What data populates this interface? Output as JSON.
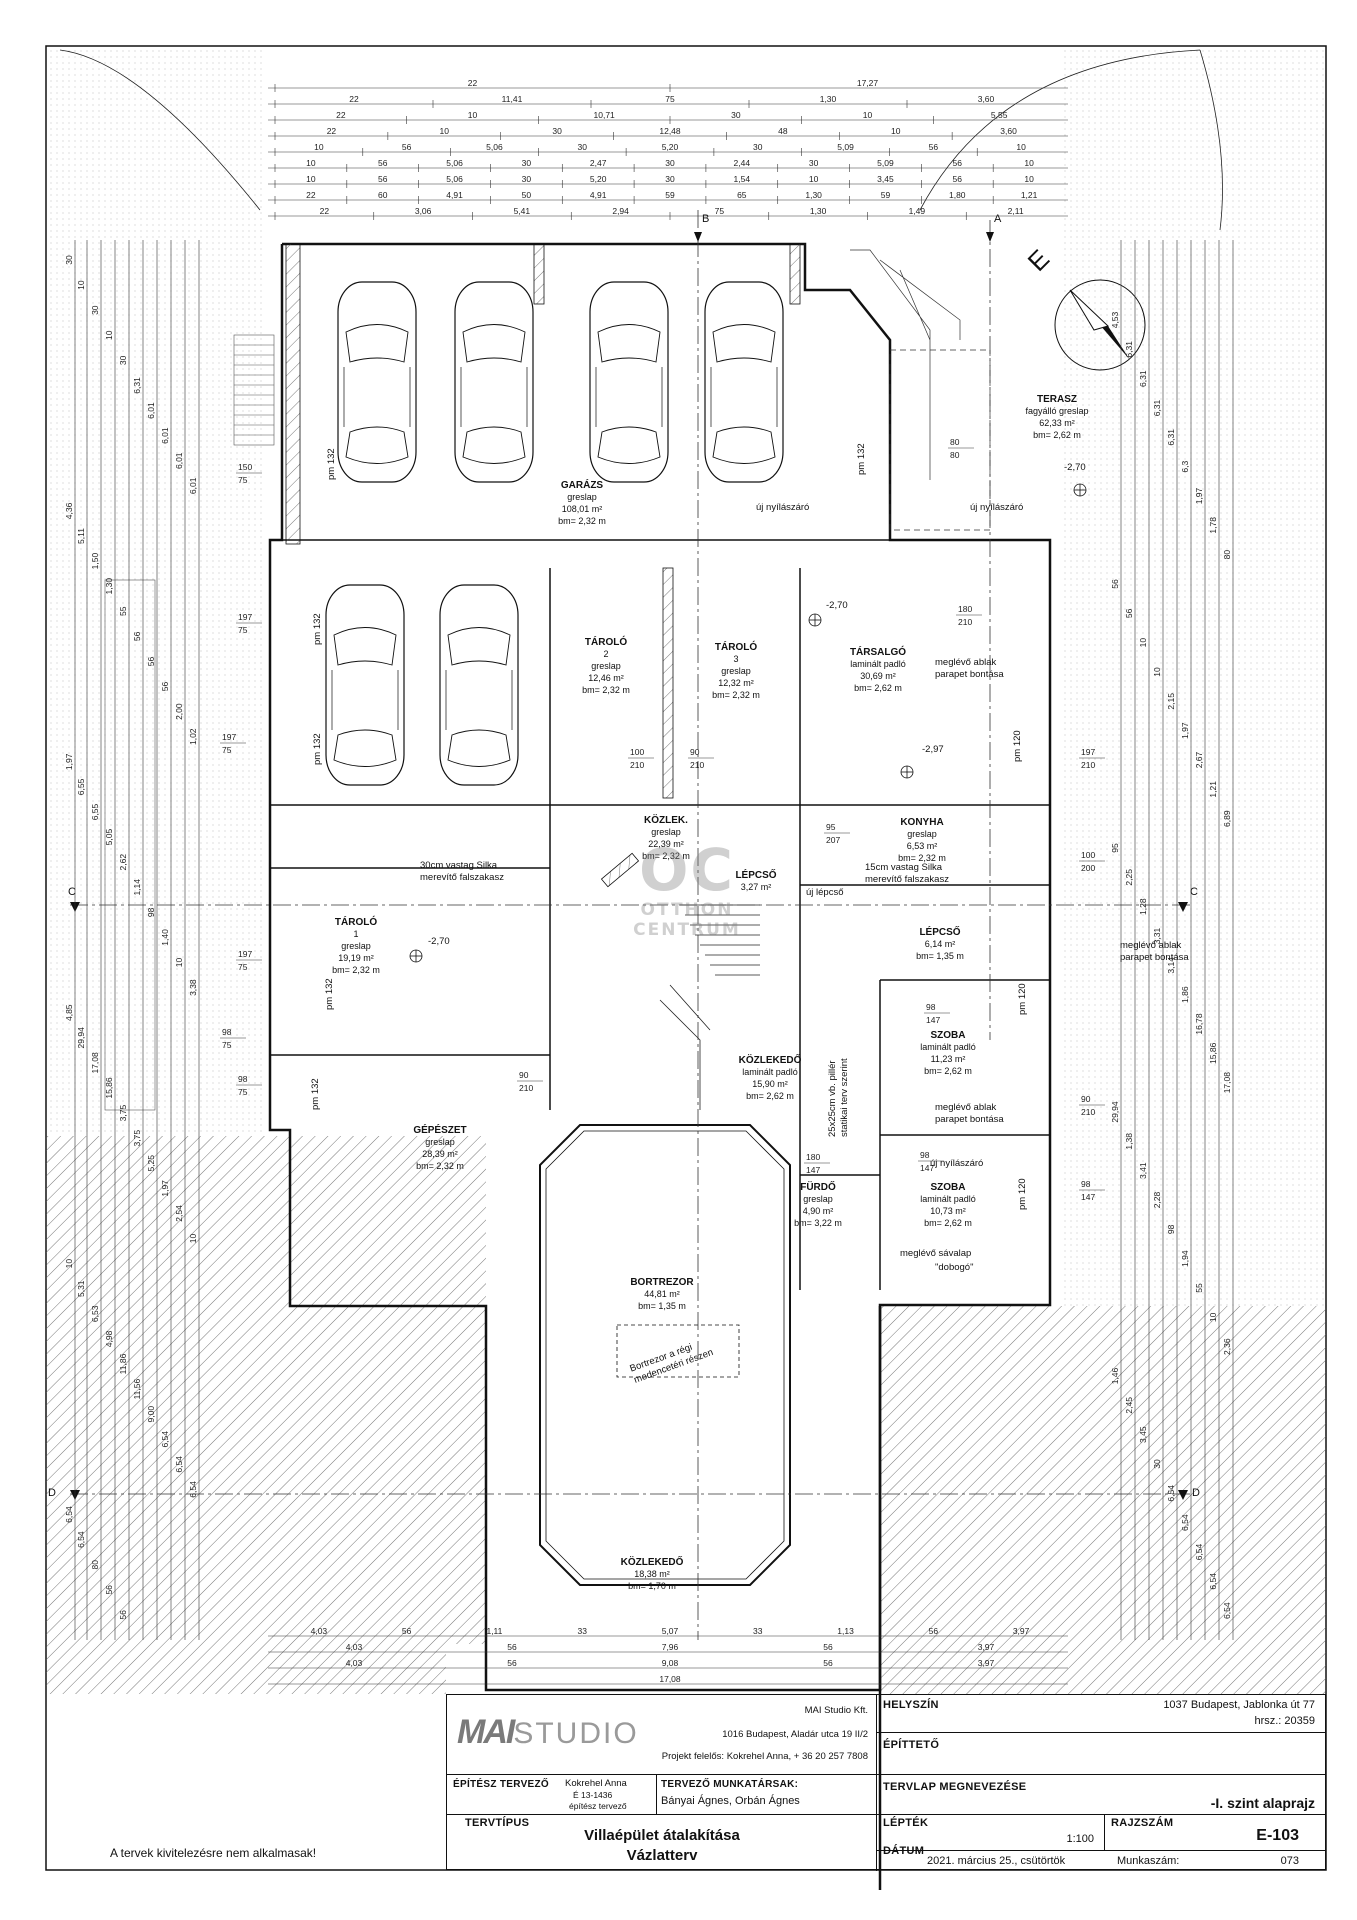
{
  "dimensions_top": [
    "17,27",
    "11,41",
    "10,71",
    "12,48",
    "5,06",
    "5,20",
    "5,09",
    "2,47",
    "2,44",
    "3,45",
    "1,54",
    "4,91",
    "1,80",
    "1,21",
    "3,06",
    "5,41",
    "2,94",
    "1,30",
    "1,49",
    "2,11",
    "3,60",
    "5,55",
    "0,75",
    "0,30",
    "0,22",
    "0,10",
    "0,56",
    "0,60",
    "0,50",
    "0,59",
    "0,65",
    "0,48"
  ],
  "dim_top_labels": {
    "r1": [
      "22",
      "17,27"
    ],
    "r2": [
      "22",
      "11,41",
      "75",
      "1,30",
      "3,60"
    ],
    "r3": [
      "22",
      "10",
      "10,71",
      "30",
      "10",
      "5,55"
    ],
    "r4": [
      "22",
      "10",
      "30",
      "12,48",
      "48",
      "10",
      "3,60"
    ],
    "r5": [
      "10",
      "56",
      "5,06",
      "30",
      "5,20",
      "30",
      "5,09",
      "56",
      "10"
    ],
    "r6": [
      "10",
      "56",
      "5,06",
      "30",
      "2,47",
      "30",
      "2,44",
      "30",
      "5,09",
      "56",
      "10"
    ],
    "r7": [
      "10",
      "56",
      "5,06",
      "30",
      "5,20",
      "30",
      "1,54",
      "10",
      "3,45",
      "56",
      "10"
    ],
    "r8": [
      "22",
      "60",
      "4,91",
      "50",
      "4,91",
      "59",
      "65",
      "1,30",
      "59",
      "1,80",
      "1,21"
    ],
    "r9": [
      "22",
      "3,06",
      "5,41",
      "2,94",
      "75",
      "1,30",
      "1,49",
      "2,11"
    ]
  },
  "dim_bottom_labels": {
    "r1": [
      "4,03",
      "56",
      "1,11",
      "33",
      "5,07",
      "33",
      "1,13",
      "56",
      "3,97"
    ],
    "r2": [
      "4,03",
      "56",
      "7,96",
      "56",
      "3,97"
    ],
    "r3": [
      "4,03",
      "56",
      "9,08",
      "56",
      "3,97"
    ],
    "r4": [
      "17,08"
    ]
  },
  "dim_left_labels": [
    "30",
    "10",
    "30",
    "10",
    "30",
    "6,31",
    "6,01",
    "6,01",
    "6,01",
    "6,01",
    "4,36",
    "5,11",
    "1,50",
    "1,30",
    "55",
    "56",
    "56",
    "56",
    "2,00",
    "1,02",
    "1,97",
    "6,55",
    "6,55",
    "5,05",
    "2,62",
    "1,14",
    "98",
    "1,40",
    "10",
    "3,38",
    "4,85",
    "29,94",
    "17,08",
    "15,86",
    "3,75",
    "3,75",
    "5,25",
    "1,97",
    "2,54",
    "10",
    "10",
    "5,31",
    "6,53",
    "4,98",
    "11,86",
    "11,56",
    "9,00",
    "6,54",
    "6,54",
    "6,54",
    "6,54",
    "6,54",
    "80",
    "56",
    "56"
  ],
  "dim_right_labels": [
    "4,53",
    "6,31",
    "6,31",
    "6,31",
    "6,31",
    "6,3",
    "1,97",
    "1,78",
    "80",
    "56",
    "56",
    "10",
    "10",
    "2,15",
    "1,97",
    "2,67",
    "1,21",
    "6,89",
    "95",
    "2,25",
    "1,28",
    "3,31",
    "3,14",
    "1,86",
    "16,78",
    "15,86",
    "17,08",
    "29,94",
    "1,38",
    "3,41",
    "2,28",
    "98",
    "1,94",
    "55",
    "10",
    "2,36",
    "1,46",
    "2,45",
    "3,45",
    "30",
    "6,54",
    "6,54",
    "6,54",
    "6,54",
    "6,54"
  ],
  "rooms": [
    {
      "name": "GARÁZS",
      "floor": "greslap",
      "area": "108,01 m²",
      "height": "bm= 2,32 m"
    },
    {
      "name": "TERASZ",
      "floor": "fagyálló greslap",
      "area": "62,33 m²",
      "height": "bm= 2,62 m"
    },
    {
      "name": "TÁROLÓ",
      "num": "2",
      "floor": "greslap",
      "area": "12,46 m²",
      "height": "bm= 2,32 m"
    },
    {
      "name": "TÁROLÓ",
      "num": "3",
      "floor": "greslap",
      "area": "12,32 m²",
      "height": "bm= 2,32 m"
    },
    {
      "name": "TÁRSALGÓ",
      "floor": "laminált padló",
      "area": "30,69 m²",
      "height": "bm= 2,62 m"
    },
    {
      "name": "KÖZLEK.",
      "floor": "greslap",
      "area": "22,39 m²",
      "height": "bm= 2,32 m"
    },
    {
      "name": "KONYHA",
      "floor": "greslap",
      "area": "6,53 m²",
      "height": "bm= 2,32 m"
    },
    {
      "name": "LÉPCSŐ",
      "floor": "",
      "area": "3,27 m²",
      "height": ""
    },
    {
      "name": "LÉPCSŐ",
      "floor": "",
      "area": "6,14 m²",
      "height": "bm= 1,35 m"
    },
    {
      "name": "TÁROLÓ",
      "num": "1",
      "floor": "greslap",
      "area": "19,19 m²",
      "height": "bm= 2,32 m"
    },
    {
      "name": "SZOBA",
      "floor": "laminált padló",
      "area": "11,23 m²",
      "height": "bm= 2,62 m"
    },
    {
      "name": "KÖZLEKEDŐ",
      "floor": "laminált padló",
      "area": "15,90 m²",
      "height": "bm= 2,62 m"
    },
    {
      "name": "GÉPÉSZET",
      "floor": "greslap",
      "area": "28,39 m²",
      "height": "bm= 2,32 m"
    },
    {
      "name": "SZOBA",
      "floor": "laminált padló",
      "area": "10,73 m²",
      "height": "bm= 2,62 m"
    },
    {
      "name": "FÜRDŐ",
      "floor": "greslap",
      "area": "4,90 m²",
      "height": "bm= 3,22 m"
    },
    {
      "name": "BORTREZOR",
      "floor": "",
      "area": "44,81 m²",
      "height": "bm= 1,35 m"
    },
    {
      "name": "KÖZLEKEDŐ",
      "floor": "",
      "area": "18,38 m²",
      "height": "bm= 1,70 m"
    }
  ],
  "notes": {
    "uj_nyilaszaro": "új nyílászáró",
    "meglevo_ablak_1": "meglévő ablak",
    "parapet_bontasa": "parapet bontása",
    "silka30_1": "30cm vastag Silka",
    "silka30_2": "merevítő falszakasz",
    "silka15_1": "15cm vastag Silka",
    "silka15_2": "merevítő falszakasz",
    "uj_lepcso": "új lépcső",
    "pillar_1": "25x25cm vb. pillér",
    "pillar_2": "statikai terv szerint",
    "savalap_1": "meglévő sávalap",
    "savalap_2": "\"dobogó\"",
    "bortrezor_1": "Bortrezor a régi",
    "bortrezor_2": "medencetéri részen",
    "pm132": "pm 132",
    "pm120": "pm 120",
    "lvl_270": "-2,70",
    "lvl_297": "-2,97"
  },
  "opening_labels": [
    "150",
    "75",
    "197",
    "75",
    "197",
    "75",
    "98",
    "75",
    "197",
    "75",
    "98",
    "75",
    "180",
    "210",
    "197",
    "210",
    "95",
    "207",
    "100",
    "200",
    "98",
    "147",
    "90",
    "210",
    "98",
    "147",
    "98",
    "147",
    "90",
    "210",
    "180",
    "147",
    "100",
    "210",
    "90",
    "210",
    "80",
    "80"
  ],
  "section_marks": [
    "A",
    "B",
    "C",
    "D",
    "E"
  ],
  "watermark": {
    "line1": "OC",
    "line2": "OTTHON",
    "line3": "CENTRUM"
  },
  "title_block": {
    "logo_mai": "MAI",
    "logo_studio": "STUDIO",
    "company": "MAI Studio Kft.",
    "address": "1016 Budapest, Aladár utca 19 II/2",
    "responsible": "Projekt felelős: Kokrehel Anna, + 36 20 257 7808",
    "helyszin_label": "HELYSZÍN",
    "helyszin_value": "1037 Budapest, Jablonka út 77",
    "hrsz": "hrsz.: 20359",
    "epitteto_label": "ÉPÍTTETŐ",
    "epitesz_label": "ÉPÍTÉSZ TERVEZŐ",
    "epitesz_name": "Kokrehel Anna",
    "epitesz_id": "É 13-1436",
    "epitesz_role": "építész tervező",
    "munkatarsak_label": "TERVEZŐ MUNKATÁRSAK:",
    "munkatarsak_names": "Bányai Ágnes, Orbán Ágnes",
    "tervlap_label": "TERVLAP MEGNEVEZÉSE",
    "tervlap_value": "-I. szint alaprajz",
    "tervtipus_label": "TERVTÍPUS",
    "project_line1": "Villaépület átalakítása",
    "project_line2": "Vázlatterv",
    "leptek_label": "LÉPTÉK",
    "leptek_value": "1:100",
    "rajzszam_label": "RAJZSZÁM",
    "rajzszam_value": "E-103",
    "datum_label": "DÁTUM",
    "datum_value": "2021. március 25., csütörtök",
    "munkaszam_label": "Munkaszám:",
    "munkaszam_value": "073"
  },
  "disclaimer": "A tervek kivitelezésre nem alkalmasak!"
}
